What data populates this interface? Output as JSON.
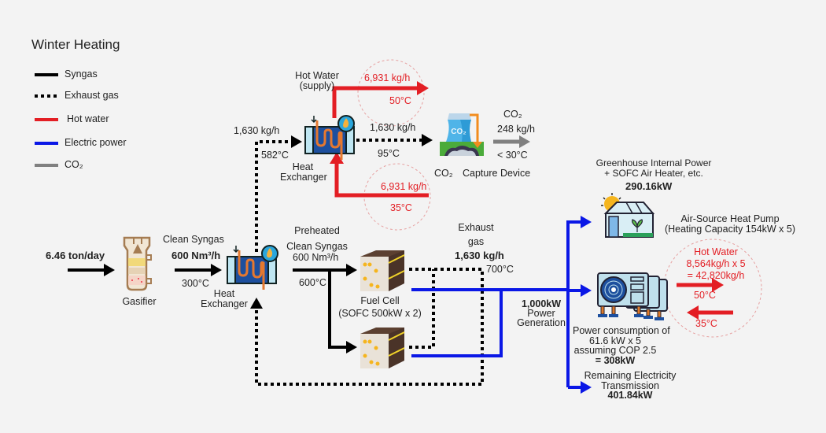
{
  "title": "Winter Heating",
  "colors": {
    "syngas": "#000000",
    "exhaust": "#000000",
    "hot_water": "#e31e24",
    "electric": "#0a17e6",
    "co2": "#808080"
  },
  "legend": [
    {
      "label": "Syngas",
      "style": "solid-black"
    },
    {
      "label": "Exhaust gas",
      "style": "dotted-black"
    },
    {
      "label": "Hot water",
      "style": "solid-red"
    },
    {
      "label": "Electric power",
      "style": "solid-blue"
    },
    {
      "label": "CO₂",
      "style": "solid-gray"
    }
  ],
  "input": {
    "feed": "6.46 ton/day"
  },
  "gasifier": {
    "label": "Gasifier",
    "icon": "gasifier-icon"
  },
  "clean_syngas": {
    "label": "Clean Syngas",
    "flow": "600 Nm³/h",
    "temp": "300°C"
  },
  "heat_exchanger_lower": {
    "label_line1": "Heat",
    "label_line2": "Exchanger",
    "icon": "heat-exchanger-icon"
  },
  "preheated": {
    "line1": "Preheated",
    "line2": "Clean Syngas",
    "flow": "600 Nm³/h",
    "temp": "600°C"
  },
  "fuel_cell": {
    "label": "Fuel Cell",
    "spec": "(SOFC 500kW x 2)",
    "icon": "fuel-cell-icon"
  },
  "exhaust": {
    "line1": "Exhaust",
    "line2": "gas",
    "flow": "1,630 kg/h",
    "temp": "700°C"
  },
  "power_generation": {
    "value": "1,000kW",
    "line1": "Power",
    "line2": "Generation"
  },
  "heat_exchanger_upper": {
    "inlet_flow": "1,630 kg/h",
    "inlet_temp": "582°C",
    "label_line1": "Heat",
    "label_line2": "Exchanger",
    "outlet_flow": "1,630 kg/h",
    "outlet_temp": "95°C",
    "icon": "heat-exchanger-icon"
  },
  "hot_water_supply": {
    "label_line1": "Hot Water",
    "label_line2": "(supply)",
    "flow": "6,931 kg/h",
    "temp": "50°C"
  },
  "hot_water_return": {
    "flow": "6,931 kg/h",
    "temp": "35°C"
  },
  "co2_capture": {
    "label_prefix": "CO₂",
    "label": "Capture Device",
    "icon_text": "CO₂",
    "out_label": "CO₂",
    "out_flow": "248 kg/h",
    "out_temp": "< 30°C"
  },
  "greenhouse": {
    "line1": "Greenhouse Internal Power",
    "line2": "+ SOFC Air Heater, etc.",
    "power": "290.16kW",
    "icon": "greenhouse-icon"
  },
  "heat_pump": {
    "line1": "Air-Source Heat Pump",
    "line2": "(Heating Capacity 154kW x 5)",
    "icon": "heat-pump-icon",
    "consumption_line1": "Power consumption of",
    "consumption_line2": "61.6 kW x 5",
    "consumption_line3": "assuming COP 2.5",
    "consumption_total": "= 308kW",
    "hot_water_label": "Hot Water",
    "hot_water_flow1": "8,564kg/h x 5",
    "hot_water_flow2": "= 42,820kg/h",
    "supply_temp": "50°C",
    "return_temp": "35°C"
  },
  "remaining": {
    "line1": "Remaining Electricity",
    "line2": "Transmission",
    "value": "401.84kW"
  }
}
